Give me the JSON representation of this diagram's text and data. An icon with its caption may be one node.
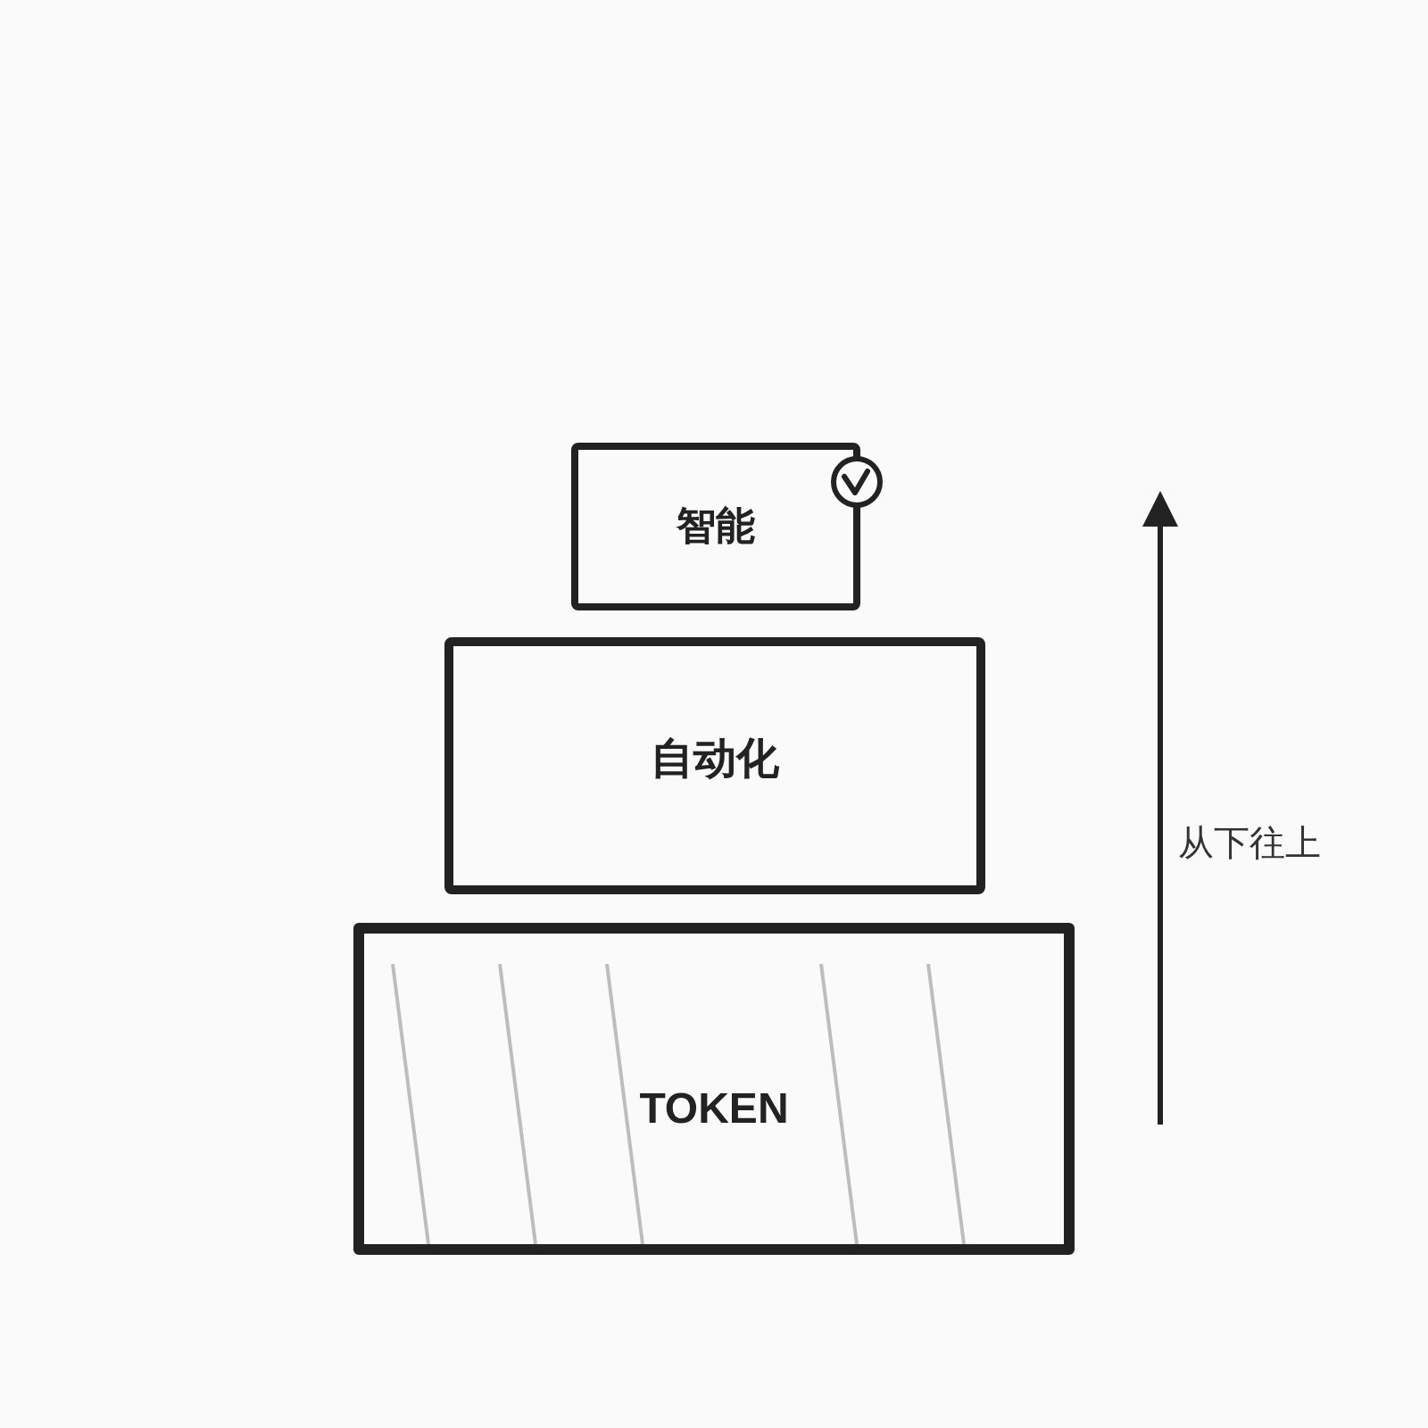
{
  "diagram": {
    "nodes": [
      {
        "text": [
          "智能"
        ]
      },
      {
        "text": [
          "自动化"
        ]
      },
      {
        "text": [
          "TOKEN"
        ]
      }
    ],
    "labels": [
      "从下往上"
    ]
  }
}
